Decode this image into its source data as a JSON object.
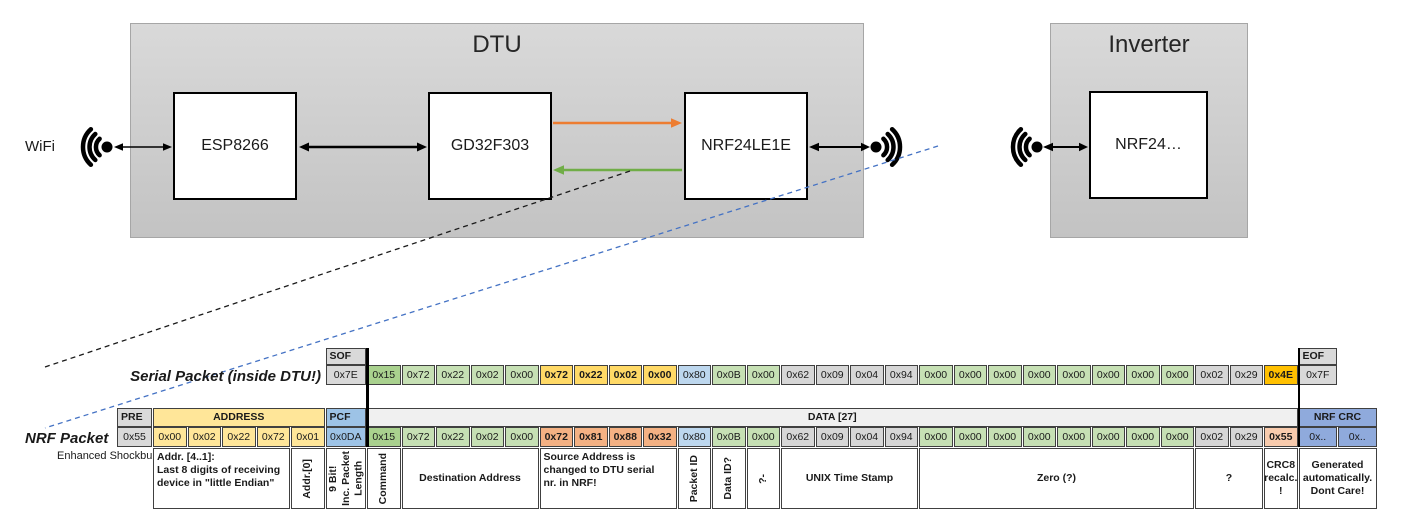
{
  "diagram": {
    "wifi_label": "WiFi",
    "dtu_title": "DTU",
    "components": {
      "esp": "ESP8266",
      "gd": "GD32F303",
      "nrf": "NRF24LE1E"
    },
    "inverter_title": "Inverter",
    "inverter_component": "NRF24…"
  },
  "serial_packet": {
    "label": "Serial Packet (inside DTU!)",
    "sof_header": "SOF",
    "sof_value": "0x7E",
    "eof_header": "EOF",
    "eof_value": "0x7F",
    "bytes": [
      "0x15",
      "0x72",
      "0x22",
      "0x02",
      "0x00",
      "0x72",
      "0x22",
      "0x02",
      "0x00",
      "0x80",
      "0x0B",
      "0x00",
      "0x62",
      "0x09",
      "0x04",
      "0x94",
      "0x00",
      "0x00",
      "0x00",
      "0x00",
      "0x00",
      "0x00",
      "0x00",
      "0x00",
      "0x02",
      "0x29",
      "0x4E"
    ]
  },
  "nrf_packet": {
    "label": "NRF Packet",
    "sublabel": "Enhanced Shockburst",
    "pre_header": "PRE",
    "pre_value": "0x55",
    "address_header": "ADDRESS",
    "address_values": [
      "0x00",
      "0x02",
      "0x22",
      "0x72",
      "0x01"
    ],
    "pcf_header": "PCF",
    "pcf_value": "0x0DA",
    "data_header": "DATA [27]",
    "crc_header": "NRF CRC",
    "crc_values": [
      "0x..",
      "0x.."
    ],
    "bytes": [
      "0x15",
      "0x72",
      "0x22",
      "0x02",
      "0x00",
      "0x72",
      "0x81",
      "0x88",
      "0x32",
      "0x80",
      "0x0B",
      "0x00",
      "0x62",
      "0x09",
      "0x04",
      "0x94",
      "0x00",
      "0x00",
      "0x00",
      "0x00",
      "0x00",
      "0x00",
      "0x00",
      "0x00",
      "0x02",
      "0x29",
      "0x55"
    ]
  },
  "annotations": {
    "addr41": "Addr. [4..1]:\nLast 8 digits of receiving\ndevice in \"little Endian\"",
    "addr0": "Addr.[0]",
    "pcf_note": "9 Bit!\nInc. Packet\nLength",
    "command": "Command",
    "destination": "Destination Address",
    "source": "Source Address is\nchanged to DTU serial\nnr. in NRF!",
    "packet_id": "Packet ID",
    "data_id": "Data ID?",
    "q1": "?-",
    "unix": "UNIX Time Stamp",
    "zero": "Zero (?)",
    "q2": "?",
    "crc8": "CRC8\nrecalc.\n!",
    "generated": "Generated\nautomatically.\nDont Care!"
  },
  "colors": {
    "gray": "#D9D9D9",
    "dgray": "#D6D6D6",
    "yellow": "#FFE699",
    "gold": "#FFD966",
    "amber": "#FFC000",
    "blue": "#9DC3E6",
    "lblue": "#BDD7EE",
    "crcblue": "#8FAADC",
    "gdark": "#A9D18E",
    "green": "#C6E0B4",
    "salmon": "#F4B183",
    "lsalmon": "#F8CBAD",
    "orange": "#ED7D31",
    "garrow": "#70AD47",
    "bdash": "#4472C4"
  }
}
